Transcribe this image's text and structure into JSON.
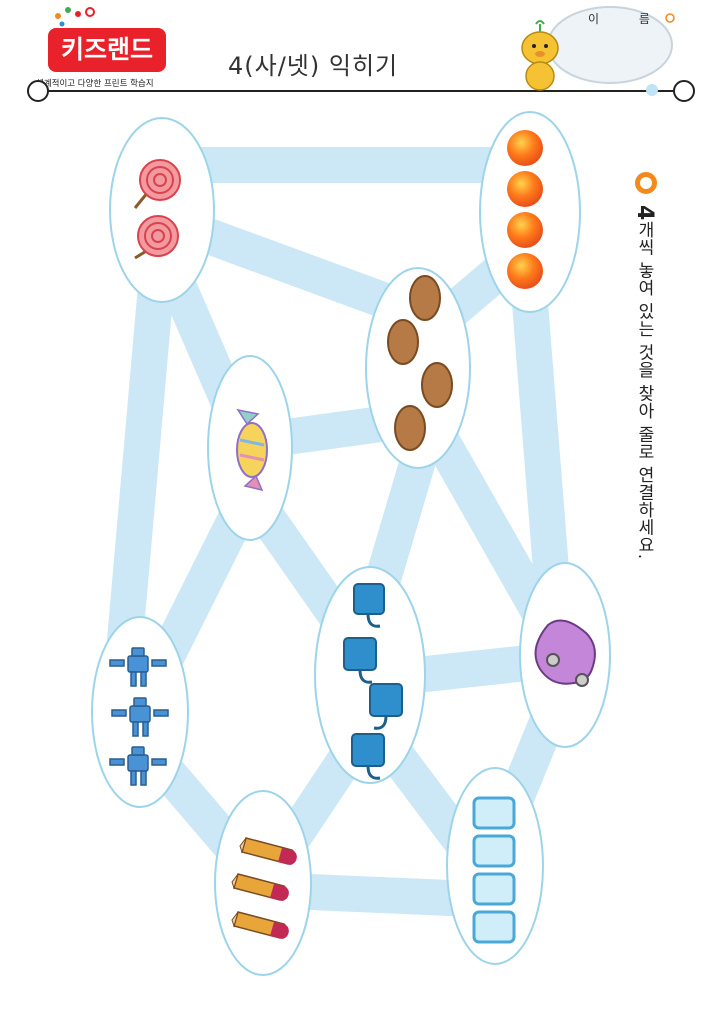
{
  "header": {
    "brand": "키즈랜드",
    "tagline": "체계적이고 다양한 프린트 학습지",
    "title": "4(사/넷) 익히기",
    "name_label": "이 름"
  },
  "instruction": {
    "number": "4",
    "text": "개씩 놓여 있는 것을 찾아 줄로 연결하세요."
  },
  "colors": {
    "path": "#cce8f6",
    "cloud_border": "#9dd4ea",
    "brand_red": "#e8212a",
    "bullet_orange": "#f28b1e"
  },
  "icons": [
    "lollipop-icon",
    "orange-icon",
    "cookie-icon",
    "candy-icon",
    "cup-icon",
    "robot-icon",
    "pencil-icon",
    "car-icon",
    "tile-icon",
    "bear-mascot-icon"
  ]
}
